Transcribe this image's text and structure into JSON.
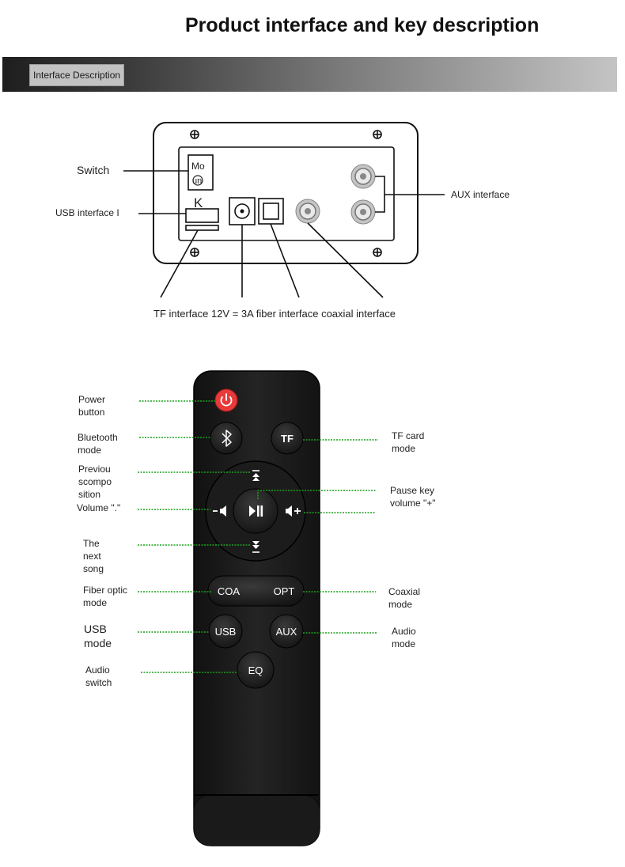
{
  "title": "Product interface and key description",
  "section_tab": "Interface Description",
  "panel": {
    "switch_text_1": "Mo",
    "switch_text_2": "un",
    "usb_mark": "K",
    "labels": {
      "switch": "Switch",
      "usb": "USB interface I",
      "aux": "AUX interface",
      "bottom": "TF interface 12V = 3A fiber interface coaxial interface"
    }
  },
  "remote": {
    "buttons": {
      "tf": "TF",
      "coa": "COA",
      "opt": "OPT",
      "usb": "USB",
      "aux": "AUX",
      "eq": "EQ"
    },
    "labels": {
      "power": [
        "Power",
        "button"
      ],
      "bluetooth": [
        "Bluetooth",
        "mode"
      ],
      "previous": [
        "Previou",
        "scompo",
        "sition"
      ],
      "volume_minus": "Volume \".\"",
      "next": [
        "The",
        "next",
        "song"
      ],
      "fiber": [
        "Fiber optic",
        "mode"
      ],
      "usb": [
        "USB",
        "mode"
      ],
      "audio_switch": [
        "Audio",
        "switch"
      ],
      "tf_card": [
        "TF card",
        "mode"
      ],
      "pause": [
        "Pause key",
        "volume \"+\""
      ],
      "coaxial": [
        "Coaxial",
        "mode"
      ],
      "audio": [
        "Audio",
        "mode"
      ]
    }
  },
  "colors": {
    "power_button": "#e83a3a",
    "guide_line": "#1aa11a",
    "remote_body": "#1f1f1f"
  }
}
